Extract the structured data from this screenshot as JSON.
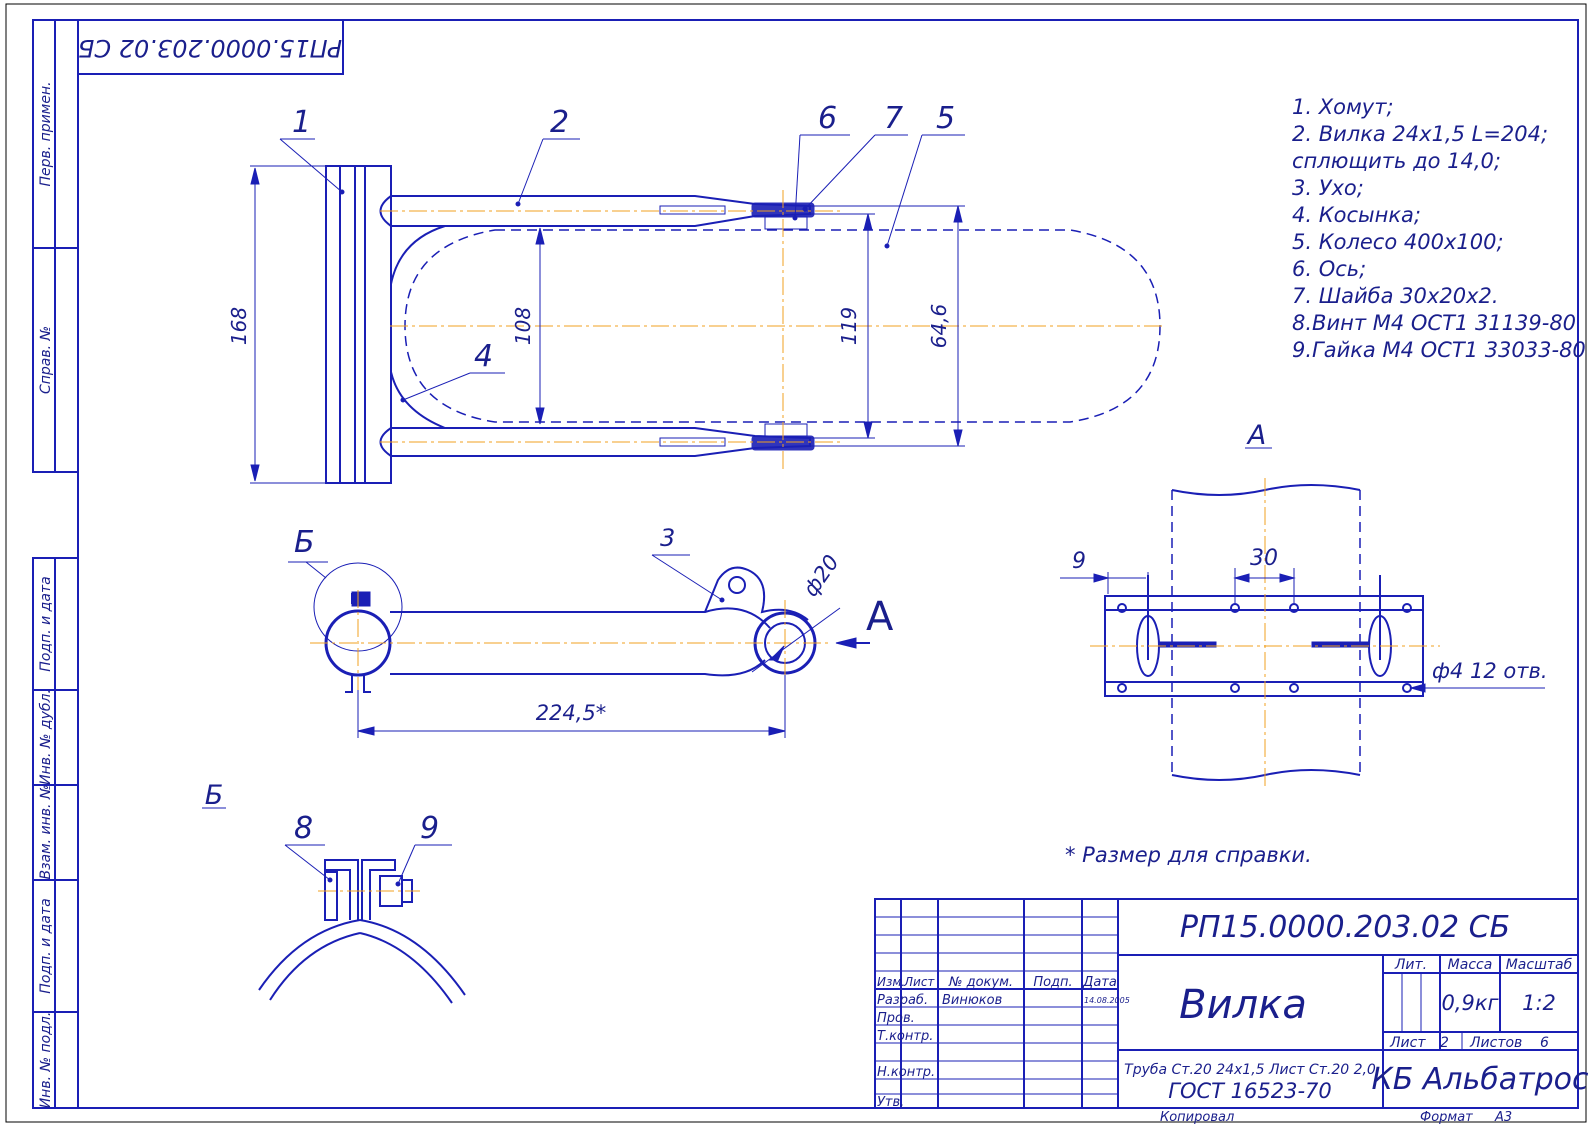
{
  "drawing": {
    "doc_code_mirrored": "РП15.0000.203.02 СБ",
    "side_labels": [
      "Перв. примен.",
      "Справ. №",
      "Подп. и дата",
      "Инв. № дубл.",
      "Взам. инв. №",
      "Подп. и дата",
      "Инв. № подл."
    ],
    "parts_list": [
      "1. Хомут;",
      "2. Вилка 24х1,5 L=204;",
      "сплющить до 14,0;",
      "3. Ухо;",
      "4. Косынка;",
      "5. Колесо 400х100;",
      "6. Ось;",
      "7. Шайба 30х20х2.",
      "8.Винт М4 ОСТ1 31139-80",
      "9.Гайка М4 ОСТ1 33033-80"
    ],
    "top_view": {
      "callouts": [
        "1",
        "2",
        "6",
        "7",
        "5",
        "4"
      ],
      "dimensions": [
        "168",
        "108",
        "119",
        "64,6"
      ]
    },
    "side_view": {
      "callouts": [
        "Б",
        "3"
      ],
      "dimensions": [
        "224,5*",
        "ф20"
      ],
      "view_arrow": "А"
    },
    "view_a": {
      "title": "А",
      "dimensions": [
        "9",
        "30"
      ],
      "note": "ф4  12 отв."
    },
    "detail_b": {
      "title": "Б",
      "callouts": [
        "8",
        "9"
      ]
    },
    "reference_note": "* Размер для справки."
  },
  "title_block": {
    "designation": "РП15.0000.203.02 СБ",
    "name": "Вилка",
    "material_line1": "Труба Ст.20 24х1,5   Лист Ст.20 2,0",
    "material_line2": "ГОСТ 16523-70",
    "organization": "КБ Альбатрос",
    "headers": {
      "izm": "Изм.",
      "list": "Лист",
      "doc_no": "№ докум.",
      "sign": "Подп.",
      "date": "Дата"
    },
    "rows": {
      "razrab": "Разраб.",
      "razrab_name": "Винюков",
      "razrab_date": "14.08.2005",
      "prov": "Пров.",
      "tkontr": "Т.контр.",
      "nkontr": "Н.контр.",
      "utv": "Утв."
    },
    "lit_label": "Лит.",
    "mass_label": "Масса",
    "scale_label": "Масштаб",
    "mass": "0,9кг",
    "scale": "1:2",
    "sheet_label": "Лист",
    "sheet": "2",
    "sheets_label": "Листов",
    "sheets": "6",
    "copied_label": "Копировал",
    "format_label": "Формат",
    "format": "А3"
  }
}
